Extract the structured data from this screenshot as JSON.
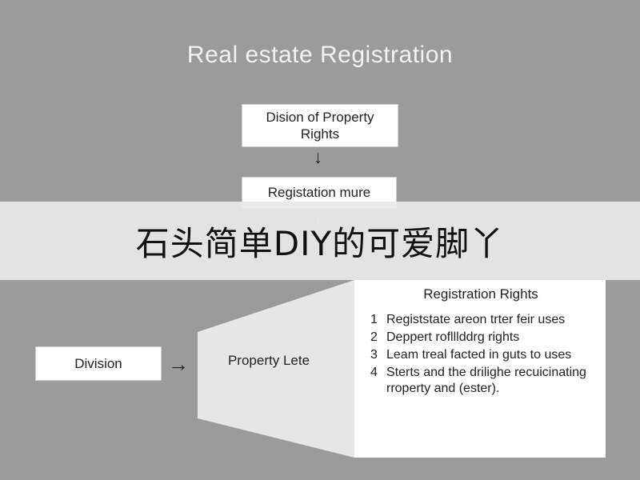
{
  "title": "Real estate Registration",
  "nodes": {
    "top": "Dision of Property Rights",
    "middle": "Registation mure",
    "division": "Division",
    "property": "Property Lete"
  },
  "banner": {
    "text": "石头简单DIY的可爱脚丫"
  },
  "panel": {
    "title": "Registration Rights",
    "items": [
      {
        "num": "1",
        "text": "Registstate areon trter feir uses"
      },
      {
        "num": "2",
        "text": "Deppert roflllddrg rights"
      },
      {
        "num": "3",
        "text": "Leam treal facted in guts to uses"
      },
      {
        "num": "4",
        "text": "Sterts and the drilighe recuicinating rroperty and (ester)."
      }
    ]
  },
  "arrows": {
    "down": "↓",
    "right": "→"
  },
  "colors": {
    "background": "#9b9b9b",
    "box": "#ffffff",
    "banner": "#e8e8e8",
    "funnel": "#e6e6e6"
  }
}
